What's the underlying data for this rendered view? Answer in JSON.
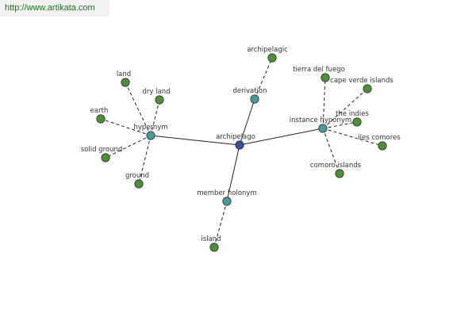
{
  "source_url": "http://www.artikata.com",
  "colors": {
    "center": "#3b4ea0",
    "relation": "#4a9a9a",
    "term": "#4f8f3a",
    "edge": "#222222"
  },
  "nodes": [
    {
      "id": "archipelago",
      "label": "archipelago",
      "kind": "center"
    },
    {
      "id": "hypernym",
      "label": "hypernym",
      "kind": "relation"
    },
    {
      "id": "derivation",
      "label": "derivation",
      "kind": "relation"
    },
    {
      "id": "instance-hyponym",
      "label": "instance hyponym",
      "kind": "relation"
    },
    {
      "id": "member-holonym",
      "label": "member holonym",
      "kind": "relation"
    },
    {
      "id": "land",
      "label": "land",
      "kind": "term"
    },
    {
      "id": "dry-land",
      "label": "dry land",
      "kind": "term"
    },
    {
      "id": "earth",
      "label": "earth",
      "kind": "term"
    },
    {
      "id": "solid-ground",
      "label": "solid ground",
      "kind": "term"
    },
    {
      "id": "ground",
      "label": "ground",
      "kind": "term"
    },
    {
      "id": "archipelagic",
      "label": "archipelagic",
      "kind": "term"
    },
    {
      "id": "tierra-del-fuego",
      "label": "tierra del fuego",
      "kind": "term"
    },
    {
      "id": "cape-verde-islands",
      "label": "cape verde islands",
      "kind": "term"
    },
    {
      "id": "the-indies",
      "label": "the indies",
      "kind": "term"
    },
    {
      "id": "iles-comores",
      "label": "iles comores",
      "kind": "term"
    },
    {
      "id": "comoro-islands",
      "label": "comoro islands",
      "kind": "term"
    },
    {
      "id": "island",
      "label": "island",
      "kind": "term"
    }
  ],
  "edges": [
    {
      "from": "archipelago",
      "to": "hypernym",
      "style": "solid"
    },
    {
      "from": "archipelago",
      "to": "derivation",
      "style": "solid"
    },
    {
      "from": "archipelago",
      "to": "instance-hyponym",
      "style": "solid"
    },
    {
      "from": "archipelago",
      "to": "member-holonym",
      "style": "solid"
    },
    {
      "from": "hypernym",
      "to": "land",
      "style": "dashed"
    },
    {
      "from": "hypernym",
      "to": "dry-land",
      "style": "dashed"
    },
    {
      "from": "hypernym",
      "to": "earth",
      "style": "dashed"
    },
    {
      "from": "hypernym",
      "to": "solid-ground",
      "style": "dashed"
    },
    {
      "from": "hypernym",
      "to": "ground",
      "style": "dashed"
    },
    {
      "from": "derivation",
      "to": "archipelagic",
      "style": "dashed"
    },
    {
      "from": "instance-hyponym",
      "to": "tierra-del-fuego",
      "style": "dashed"
    },
    {
      "from": "instance-hyponym",
      "to": "cape-verde-islands",
      "style": "dashed"
    },
    {
      "from": "instance-hyponym",
      "to": "the-indies",
      "style": "dashed"
    },
    {
      "from": "instance-hyponym",
      "to": "iles-comores",
      "style": "dashed"
    },
    {
      "from": "instance-hyponym",
      "to": "comoro-islands",
      "style": "dashed"
    },
    {
      "from": "member-holonym",
      "to": "island",
      "style": "dashed"
    }
  ]
}
